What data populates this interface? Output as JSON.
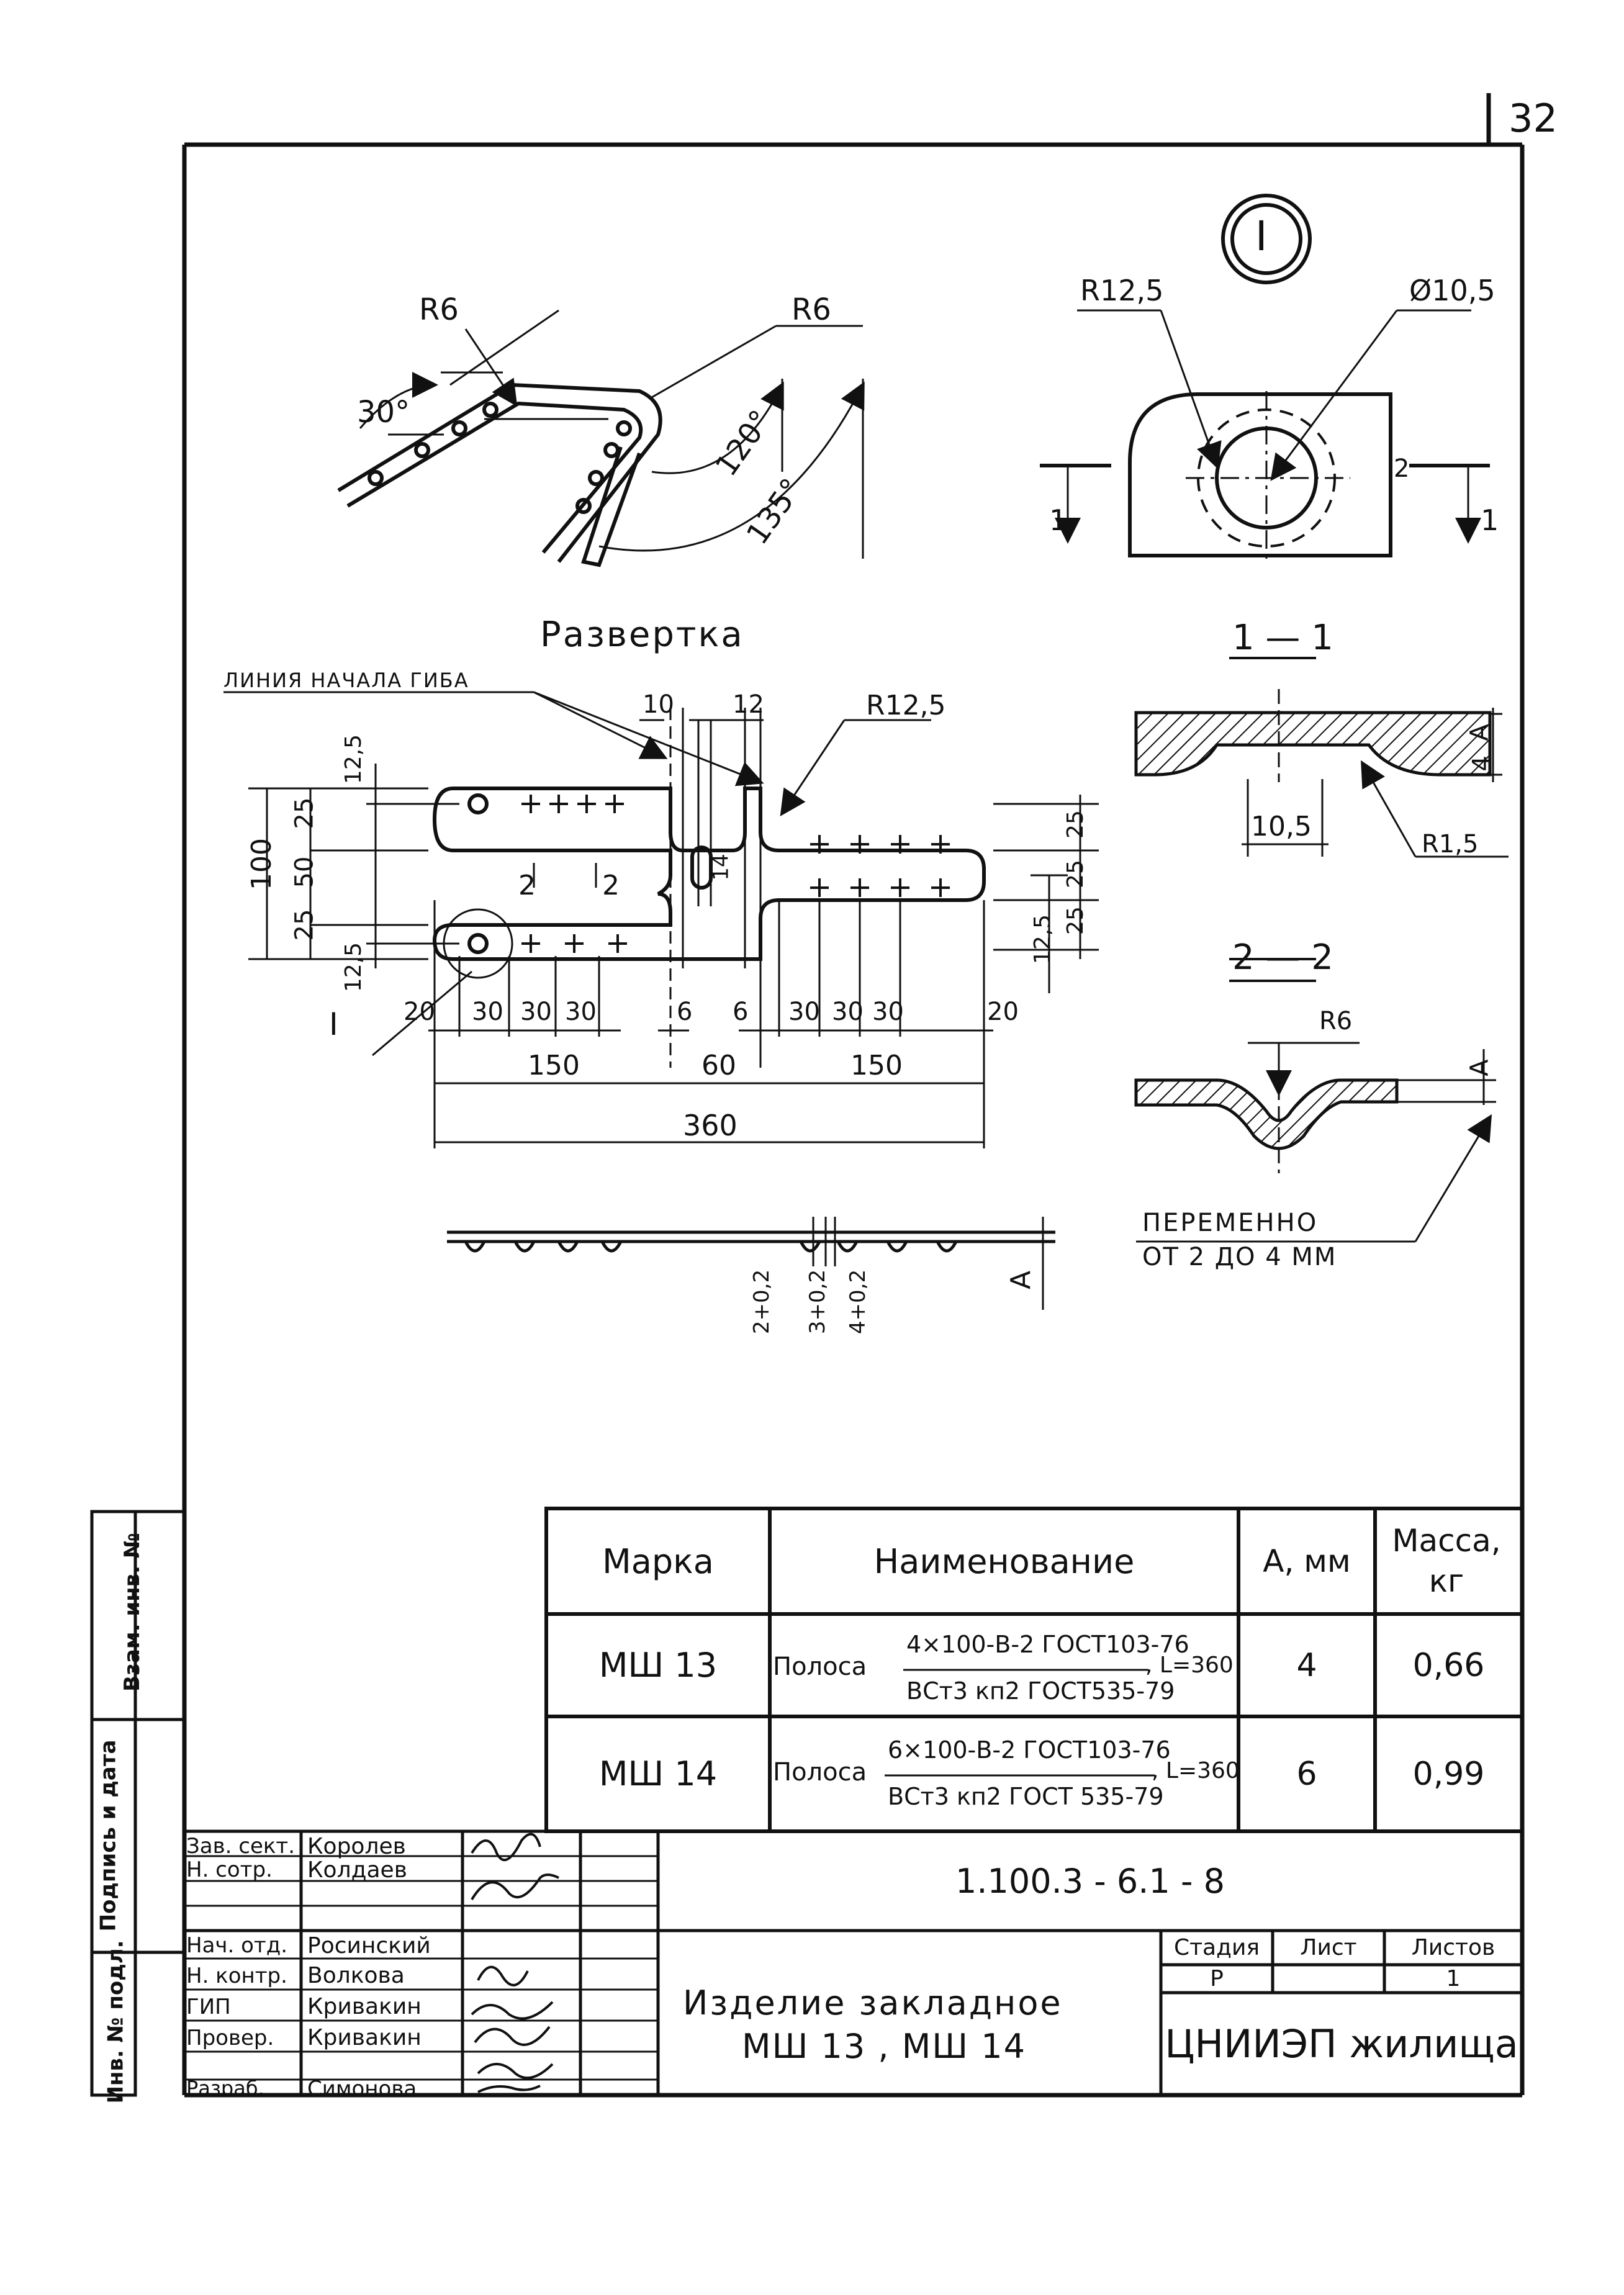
{
  "page_number": "32",
  "detail_marker": "I",
  "bent_view": {
    "r_left": "R6",
    "r_right": "R6",
    "angle_30": "30°",
    "angle_120": "120°",
    "angle_135": "135°"
  },
  "detail_view": {
    "radius": "R12,5",
    "diameter": "Ø10,5",
    "cut_left": "1",
    "cut_right": "1",
    "cut2_mark": "2"
  },
  "development": {
    "title": "Развертка",
    "bend_line_label": "линия начала гиба",
    "radius": "R12,5",
    "dims_top": [
      "10",
      "12"
    ],
    "dim_14": "14",
    "dims_left": [
      "100",
      "25",
      "50",
      "25"
    ],
    "dim_12_5_top": "12,5",
    "dim_12_5_bottom": "12,5",
    "dims_right": [
      "25",
      "25",
      "25"
    ],
    "dim_12_5_right": "12,5",
    "section_marks": [
      "2",
      "2"
    ],
    "detail_ref": "I",
    "dims_bottom_left": [
      "20",
      "30",
      "30",
      "30"
    ],
    "dims_bottom_mid": [
      "6",
      "6"
    ],
    "dims_bottom_right": [
      "30",
      "30",
      "30",
      "20"
    ],
    "dims_overall": [
      "150",
      "60",
      "150"
    ],
    "dim_total": "360"
  },
  "side_view": {
    "dims": [
      "2+0,2",
      "3+0,2",
      "4+0,2"
    ],
    "a_label": "A"
  },
  "section_1": {
    "title": "1 — 1",
    "a_label": "A",
    "four": "4",
    "dim_10_5": "10,5",
    "r_label": "R1,5"
  },
  "section_2": {
    "title": "2 — 2",
    "r_label": "R6",
    "a_label": "A",
    "note_line1": "Переменно",
    "note_line2": "от 2 до 4 мм"
  },
  "spec_table": {
    "headers": [
      "Марка",
      "Наименование",
      "А, мм",
      "Масса, кг"
    ],
    "rows": [
      {
        "mark": "МШ 13",
        "name_prefix": "Полоса",
        "num": "4×100-В-2 ГОСТ103-76",
        "den": "ВСт3 кп2 ГОСТ535-79",
        "length": ", L=360",
        "a": "4",
        "mass": "0,66"
      },
      {
        "mark": "МШ 14",
        "name_prefix": "Полоса",
        "num": "6×100-В-2 ГОСТ103-76",
        "den": "ВСт3 кп2 ГОСТ 535-79",
        "length": ", L=360",
        "a": "6",
        "mass": "0,99"
      }
    ]
  },
  "side_stamp": [
    "Взам. инв. №",
    "Подпись и дата",
    "Инв. № подл."
  ],
  "title_block": {
    "doc_number": "1.100.3 - 6.1 - 8",
    "title_line1": "Изделие закладное",
    "title_line2": "МШ 13 , МШ 14",
    "stage_header": "Стадия",
    "sheet_header": "Лист",
    "sheets_header": "Листов",
    "stage_value": "Р",
    "sheets_value": "1",
    "organization": "ЦНИИЭП жилища",
    "staff": [
      {
        "role": "Зав. сект.",
        "name": "Королев"
      },
      {
        "role": "Н. сотр.",
        "name": "Колдаев"
      },
      {
        "role": "",
        "name": ""
      },
      {
        "role": "Нач. отд.",
        "name": "Росинский"
      },
      {
        "role": "Н. контр.",
        "name": "Волкова"
      },
      {
        "role": "ГИП",
        "name": "Кривакин"
      },
      {
        "role": "Провер.",
        "name": "Кривакин"
      },
      {
        "role": "Разраб.",
        "name": "Симонова"
      }
    ]
  }
}
